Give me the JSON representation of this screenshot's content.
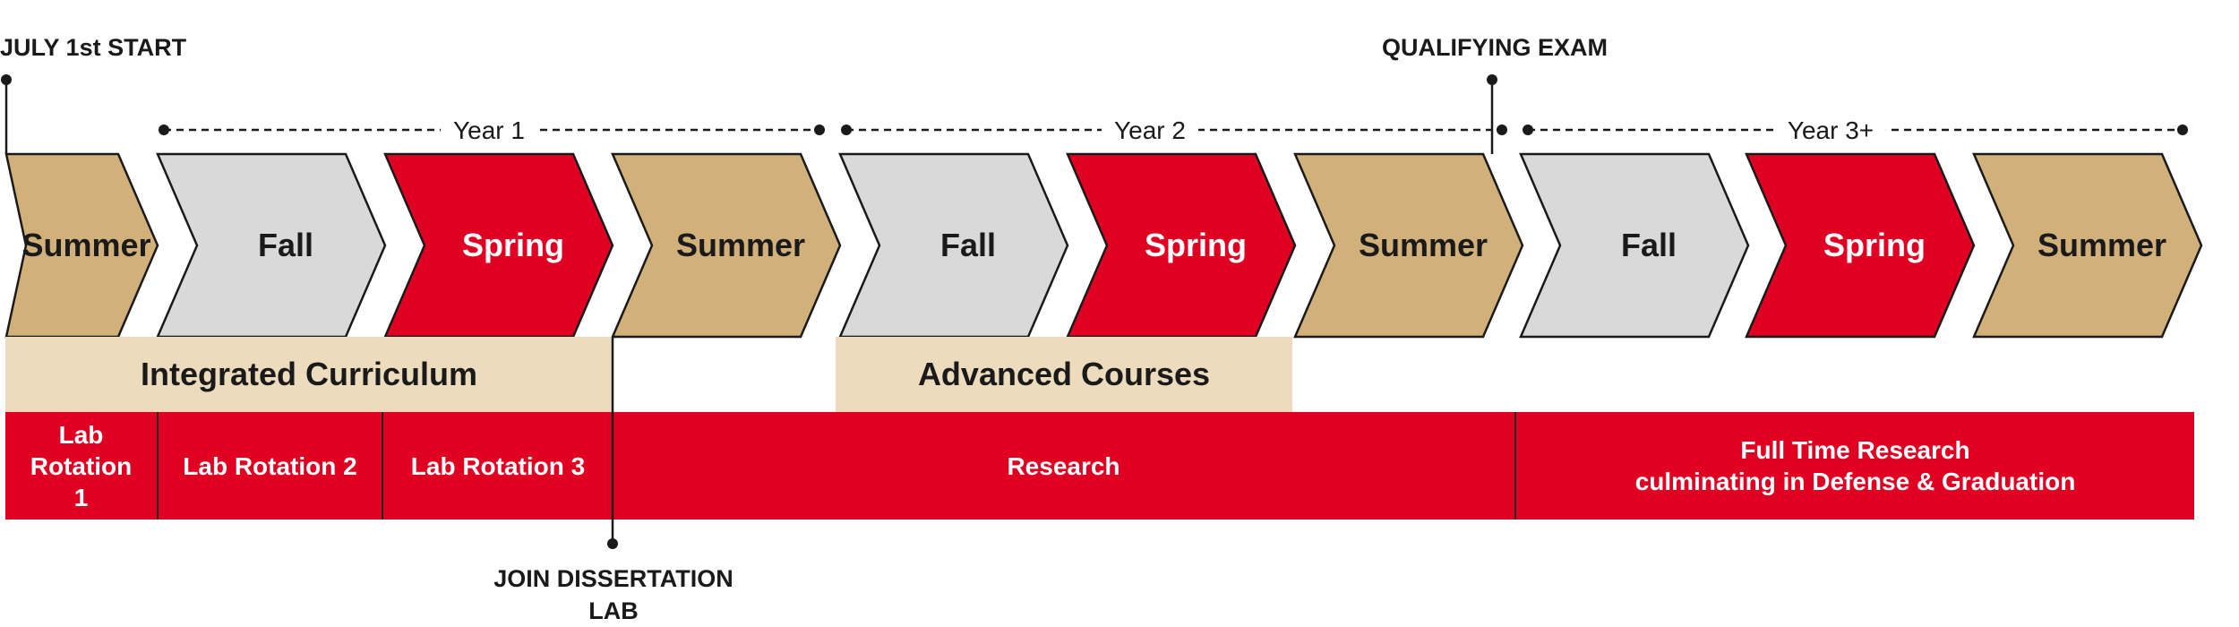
{
  "colors": {
    "summer": "#d1b07a",
    "fall": "#d9d9d9",
    "spring": "#e00021",
    "tan_band": "#ecdcbd",
    "red_band": "#e00021",
    "outline": "#1a1a1a"
  },
  "milestones": {
    "start": "JULY 1st START",
    "qualifying": "QUALIFYING EXAM",
    "join_lab_line1": "JOIN DISSERTATION",
    "join_lab_line2": "LAB"
  },
  "years": [
    "Year 1",
    "Year 2",
    "Year 3+"
  ],
  "terms": [
    "Summer",
    "Fall",
    "Spring",
    "Summer",
    "Fall",
    "Spring",
    "Summer",
    "Fall",
    "Spring",
    "Summer"
  ],
  "coursework": {
    "integrated": "Integrated Curriculum",
    "advanced": "Advanced Courses"
  },
  "research": {
    "rotation1_line1": "Lab",
    "rotation1_line2": "Rotation",
    "rotation1_line3": "1",
    "rotation2": "Lab Rotation 2",
    "rotation3": "Lab Rotation 3",
    "research": "Research",
    "fulltime_line1": "Full Time Research",
    "fulltime_line2": "culminating in Defense & Graduation"
  }
}
